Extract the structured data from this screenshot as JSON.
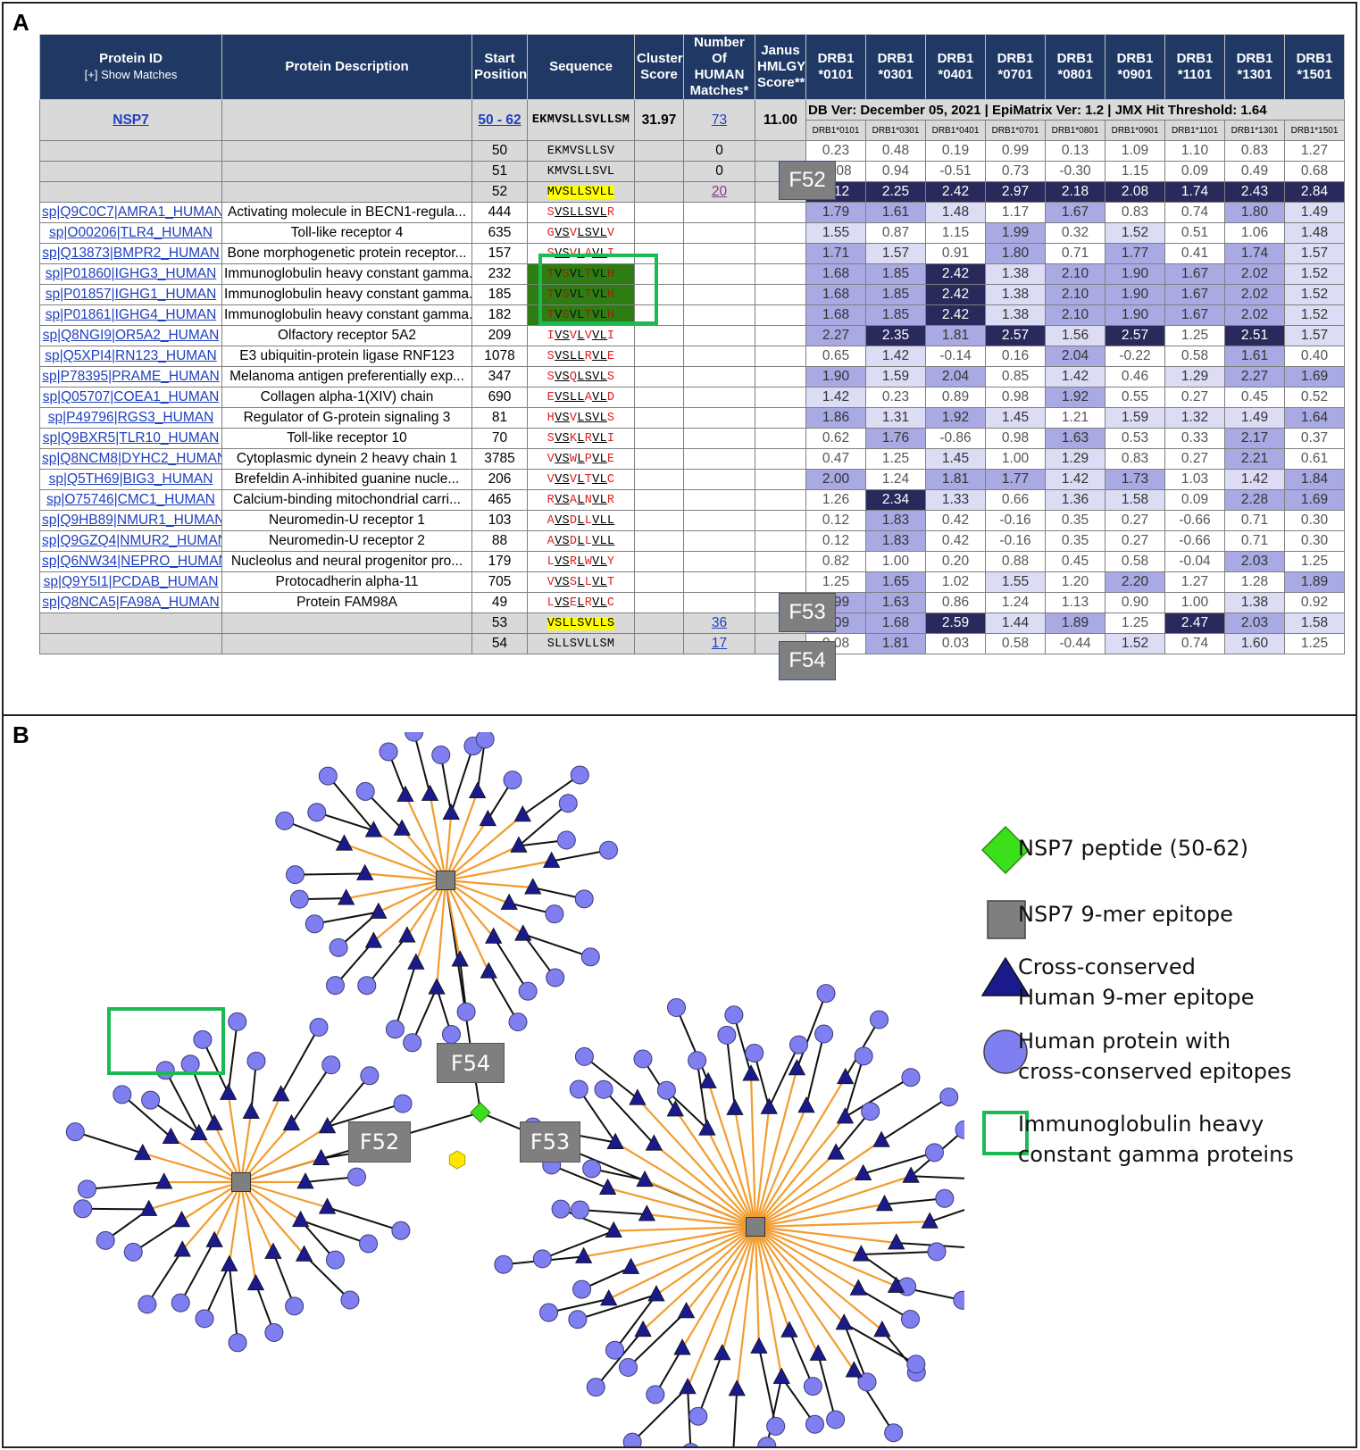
{
  "panel_a_label": "A",
  "panel_b_label": "B",
  "headers": {
    "protein_id": "Protein ID",
    "show_matches": "[+] Show Matches",
    "description": "Protein Description",
    "start": "Start Position",
    "sequence": "Sequence",
    "cluster": "Cluster Score",
    "num_matches": "Number Of HUMAN Matches*",
    "janus": "Janus HMLGY Score**",
    "alleles": [
      "DRB1 *0101",
      "DRB1 *0301",
      "DRB1 *0401",
      "DRB1 *0701",
      "DRB1 *0801",
      "DRB1 *0901",
      "DRB1 *1101",
      "DRB1 *1301",
      "DRB1 *1501"
    ],
    "allele_sub": [
      "DRB1*0101",
      "DRB1*0301",
      "DRB1*0401",
      "DRB1*0701",
      "DRB1*0801",
      "DRB1*0901",
      "DRB1*1101",
      "DRB1*1301",
      "DRB1*1501"
    ]
  },
  "cluster_row": {
    "id": "NSP7",
    "range": "50 - 62",
    "sequence": "EKMVSLLSVLLSM",
    "cluster_score": "31.97",
    "matches": "73",
    "janus": "11.00",
    "db_info": "DB Ver: December 05, 2021  |  EpiMatrix Ver: 1.2  |  JMX Hit Threshold: 1.64"
  },
  "rows": [
    {
      "id": "",
      "desc": "",
      "start": "50",
      "seq": "EKMVSLLSV",
      "matches": "0",
      "type": "grey",
      "scores": [
        "0.23",
        "0.48",
        "0.19",
        "0.99",
        "0.13",
        "1.09",
        "1.10",
        "0.83",
        "1.27"
      ],
      "lv": [
        0,
        0,
        0,
        0,
        0,
        0,
        0,
        0,
        0
      ]
    },
    {
      "id": "",
      "desc": "",
      "start": "51",
      "seq": "KMVSLLSVL",
      "matches": "0",
      "type": "grey",
      "scores": [
        "-0.08",
        "0.94",
        "-0.51",
        "0.73",
        "-0.30",
        "1.15",
        "0.09",
        "0.49",
        "0.68"
      ],
      "lv": [
        0,
        0,
        0,
        0,
        0,
        0,
        0,
        0,
        0
      ]
    },
    {
      "id": "",
      "desc": "",
      "start": "52",
      "seq": "MVSLLSVLL",
      "matches": "20",
      "type": "grey-yellow",
      "scores": [
        "3.12",
        "2.25",
        "2.42",
        "2.97",
        "2.18",
        "2.08",
        "1.74",
        "2.43",
        "2.84"
      ],
      "lv": [
        3,
        3,
        3,
        3,
        3,
        3,
        3,
        3,
        3
      ]
    },
    {
      "id": "sp|Q9C0C7|AMRA1_HUMAN",
      "desc": "Activating molecule in BECN1-regula...",
      "start": "444",
      "seq": "SVSLLSVLR",
      "type": "match",
      "scores": [
        "1.79",
        "1.61",
        "1.48",
        "1.17",
        "1.67",
        "0.83",
        "0.74",
        "1.80",
        "1.49"
      ],
      "lv": [
        2,
        2,
        1,
        0,
        2,
        0,
        0,
        2,
        1
      ]
    },
    {
      "id": "sp|O00206|TLR4_HUMAN",
      "desc": "Toll-like receptor 4",
      "start": "635",
      "seq": "GVSVLSVLV",
      "type": "match",
      "scores": [
        "1.55",
        "0.87",
        "1.15",
        "1.99",
        "0.32",
        "1.52",
        "0.51",
        "1.06",
        "1.48"
      ],
      "lv": [
        1,
        0,
        0,
        2,
        0,
        1,
        0,
        0,
        1
      ]
    },
    {
      "id": "sp|Q13873|BMPR2_HUMAN",
      "desc": "Bone morphogenetic protein receptor...",
      "start": "157",
      "seq": "SVSVLAVLI",
      "type": "match",
      "scores": [
        "1.71",
        "1.57",
        "0.91",
        "1.80",
        "0.71",
        "1.77",
        "0.41",
        "1.74",
        "1.57"
      ],
      "lv": [
        2,
        1,
        0,
        2,
        0,
        2,
        0,
        2,
        1
      ]
    },
    {
      "id": "sp|P01860|IGHG3_HUMAN",
      "desc": "Immunoglobulin heavy constant gamma...",
      "start": "232",
      "seq": "TVSVLTVLH",
      "type": "green",
      "scores": [
        "1.68",
        "1.85",
        "2.42",
        "1.38",
        "2.10",
        "1.90",
        "1.67",
        "2.02",
        "1.52"
      ],
      "lv": [
        2,
        2,
        3,
        1,
        2,
        2,
        2,
        2,
        1
      ]
    },
    {
      "id": "sp|P01857|IGHG1_HUMAN",
      "desc": "Immunoglobulin heavy constant gamma...",
      "start": "185",
      "seq": "TVSVLTVLH",
      "type": "green",
      "scores": [
        "1.68",
        "1.85",
        "2.42",
        "1.38",
        "2.10",
        "1.90",
        "1.67",
        "2.02",
        "1.52"
      ],
      "lv": [
        2,
        2,
        3,
        1,
        2,
        2,
        2,
        2,
        1
      ]
    },
    {
      "id": "sp|P01861|IGHG4_HUMAN",
      "desc": "Immunoglobulin heavy constant gamma...",
      "start": "182",
      "seq": "TVSVLTVLH",
      "type": "green",
      "scores": [
        "1.68",
        "1.85",
        "2.42",
        "1.38",
        "2.10",
        "1.90",
        "1.67",
        "2.02",
        "1.52"
      ],
      "lv": [
        2,
        2,
        3,
        1,
        2,
        2,
        2,
        2,
        1
      ]
    },
    {
      "id": "sp|Q8NGI9|OR5A2_HUMAN",
      "desc": "Olfactory receptor 5A2",
      "start": "209",
      "seq": "IVSVLVVLI",
      "type": "match",
      "scores": [
        "2.27",
        "2.35",
        "1.81",
        "2.57",
        "1.56",
        "2.57",
        "1.25",
        "2.51",
        "1.57"
      ],
      "lv": [
        2,
        3,
        2,
        3,
        1,
        3,
        0,
        3,
        1
      ]
    },
    {
      "id": "sp|Q5XPI4|RN123_HUMAN",
      "desc": "E3 ubiquitin-protein ligase RNF123",
      "start": "1078",
      "seq": "SVSLLRVLE",
      "type": "match",
      "scores": [
        "0.65",
        "1.42",
        "-0.14",
        "0.16",
        "2.04",
        "-0.22",
        "0.58",
        "1.61",
        "0.40"
      ],
      "lv": [
        0,
        1,
        0,
        0,
        2,
        0,
        0,
        2,
        0
      ]
    },
    {
      "id": "sp|P78395|PRAME_HUMAN",
      "desc": "Melanoma antigen preferentially exp...",
      "start": "347",
      "seq": "SVSQLSVLS",
      "type": "match",
      "scores": [
        "1.90",
        "1.59",
        "2.04",
        "0.85",
        "1.42",
        "0.46",
        "1.29",
        "2.27",
        "1.69"
      ],
      "lv": [
        2,
        1,
        2,
        0,
        1,
        0,
        1,
        2,
        2
      ]
    },
    {
      "id": "sp|Q05707|COEA1_HUMAN",
      "desc": "Collagen alpha-1(XIV) chain",
      "start": "690",
      "seq": "EVSLLAVLD",
      "type": "match",
      "scores": [
        "1.42",
        "0.23",
        "0.89",
        "0.98",
        "1.92",
        "0.55",
        "0.27",
        "0.45",
        "0.52"
      ],
      "lv": [
        1,
        0,
        0,
        0,
        2,
        0,
        0,
        0,
        0
      ]
    },
    {
      "id": "sp|P49796|RGS3_HUMAN",
      "desc": "Regulator of G-protein signaling 3",
      "start": "81",
      "seq": "HVSVLSVLS",
      "type": "match",
      "scores": [
        "1.86",
        "1.31",
        "1.92",
        "1.45",
        "1.21",
        "1.59",
        "1.32",
        "1.49",
        "1.64"
      ],
      "lv": [
        2,
        1,
        2,
        1,
        0,
        1,
        1,
        1,
        2
      ]
    },
    {
      "id": "sp|Q9BXR5|TLR10_HUMAN",
      "desc": "Toll-like receptor 10",
      "start": "70",
      "seq": "SVSKLRVLI",
      "type": "match",
      "scores": [
        "0.62",
        "1.76",
        "-0.86",
        "0.98",
        "1.63",
        "0.53",
        "0.33",
        "2.17",
        "0.37"
      ],
      "lv": [
        0,
        2,
        0,
        0,
        2,
        0,
        0,
        2,
        0
      ]
    },
    {
      "id": "sp|Q8NCM8|DYHC2_HUMAN",
      "desc": "Cytoplasmic dynein 2 heavy chain 1",
      "start": "3785",
      "seq": "VVSWLPVLE",
      "type": "match",
      "scores": [
        "0.47",
        "1.25",
        "1.45",
        "1.00",
        "1.29",
        "0.83",
        "0.27",
        "2.21",
        "0.61"
      ],
      "lv": [
        0,
        0,
        1,
        0,
        1,
        0,
        0,
        2,
        0
      ]
    },
    {
      "id": "sp|Q5TH69|BIG3_HUMAN",
      "desc": "Brefeldin A-inhibited guanine nucle...",
      "start": "206",
      "seq": "VVSVLTVLC",
      "type": "match",
      "scores": [
        "2.00",
        "1.24",
        "1.81",
        "1.77",
        "1.42",
        "1.73",
        "1.03",
        "1.42",
        "1.84"
      ],
      "lv": [
        2,
        0,
        2,
        2,
        1,
        2,
        0,
        1,
        2
      ]
    },
    {
      "id": "sp|O75746|CMC1_HUMAN",
      "desc": "Calcium-binding mitochondrial carri...",
      "start": "465",
      "seq": "RVSALNVLR",
      "type": "match",
      "scores": [
        "1.26",
        "2.34",
        "1.33",
        "0.66",
        "1.36",
        "1.58",
        "0.09",
        "2.28",
        "1.69"
      ],
      "lv": [
        0,
        3,
        1,
        0,
        1,
        1,
        0,
        2,
        2
      ]
    },
    {
      "id": "sp|Q9HB89|NMUR1_HUMAN",
      "desc": "Neuromedin-U receptor 1",
      "start": "103",
      "seq": "AVSDLLVLL",
      "type": "match",
      "scores": [
        "0.12",
        "1.83",
        "0.42",
        "-0.16",
        "0.35",
        "0.27",
        "-0.66",
        "0.71",
        "0.30"
      ],
      "lv": [
        0,
        2,
        0,
        0,
        0,
        0,
        0,
        0,
        0
      ]
    },
    {
      "id": "sp|Q9GZQ4|NMUR2_HUMAN",
      "desc": "Neuromedin-U receptor 2",
      "start": "88",
      "seq": "AVSDLLVLL",
      "type": "match",
      "scores": [
        "0.12",
        "1.83",
        "0.42",
        "-0.16",
        "0.35",
        "0.27",
        "-0.66",
        "0.71",
        "0.30"
      ],
      "lv": [
        0,
        2,
        0,
        0,
        0,
        0,
        0,
        0,
        0
      ]
    },
    {
      "id": "sp|Q6NW34|NEPRO_HUMAN",
      "desc": "Nucleolus and neural progenitor pro...",
      "start": "179",
      "seq": "LVSRLWVLY",
      "type": "match",
      "scores": [
        "0.82",
        "1.00",
        "0.20",
        "0.88",
        "0.45",
        "0.58",
        "-0.04",
        "2.03",
        "1.25"
      ],
      "lv": [
        0,
        0,
        0,
        0,
        0,
        0,
        0,
        2,
        0
      ]
    },
    {
      "id": "sp|Q9Y5I1|PCDAB_HUMAN",
      "desc": "Protocadherin alpha-11",
      "start": "705",
      "seq": "VVSSLLVLT",
      "type": "match",
      "scores": [
        "1.25",
        "1.65",
        "1.02",
        "1.55",
        "1.20",
        "2.20",
        "1.27",
        "1.28",
        "1.89"
      ],
      "lv": [
        0,
        2,
        0,
        1,
        0,
        2,
        0,
        0,
        2
      ]
    },
    {
      "id": "sp|Q8NCA5|FA98A_HUMAN",
      "desc": "Protein FAM98A",
      "start": "49",
      "seq": "LVSELRVLC",
      "type": "match",
      "scores": [
        "1.99",
        "1.63",
        "0.86",
        "1.24",
        "1.13",
        "0.90",
        "1.00",
        "1.38",
        "0.92"
      ],
      "lv": [
        2,
        2,
        0,
        0,
        0,
        0,
        0,
        1,
        0
      ]
    },
    {
      "id": "",
      "desc": "",
      "start": "53",
      "seq": "VSLLSVLLS",
      "matches": "36",
      "type": "grey-yellow",
      "scores": [
        "2.09",
        "1.68",
        "2.59",
        "1.44",
        "1.89",
        "1.25",
        "2.47",
        "2.03",
        "1.58"
      ],
      "lv": [
        2,
        2,
        3,
        1,
        2,
        0,
        3,
        2,
        1
      ]
    },
    {
      "id": "",
      "desc": "",
      "start": "54",
      "seq": "SLLSVLLSM",
      "matches": "17",
      "type": "grey",
      "scores": [
        "0.08",
        "1.81",
        "0.03",
        "0.58",
        "-0.44",
        "1.52",
        "0.74",
        "1.60",
        "1.25"
      ],
      "lv": [
        0,
        2,
        0,
        0,
        0,
        1,
        0,
        1,
        0
      ]
    }
  ],
  "flags": {
    "f52": "F52",
    "f53": "F53",
    "f54": "F54"
  },
  "legend": {
    "diamond": "NSP7 peptide (50-62)",
    "square": "NSP7 9-mer epitope",
    "triangle_1": "Cross-conserved",
    "triangle_2": "Human 9-mer epitope",
    "circle_1": "Human protein with",
    "circle_2": "cross-conserved epitopes",
    "box_1": "Immunoglobulin heavy",
    "box_2": "constant gamma proteins"
  },
  "colors": {
    "header": "#1f3864",
    "lv1": "#dcdcf5",
    "lv2": "#a9a9e3",
    "lv3": "#29295c",
    "node_circle": "#7f7ff2",
    "triangle": "#1a1a8c",
    "edge_orange": "#f39c2e",
    "green": "#1db954"
  }
}
